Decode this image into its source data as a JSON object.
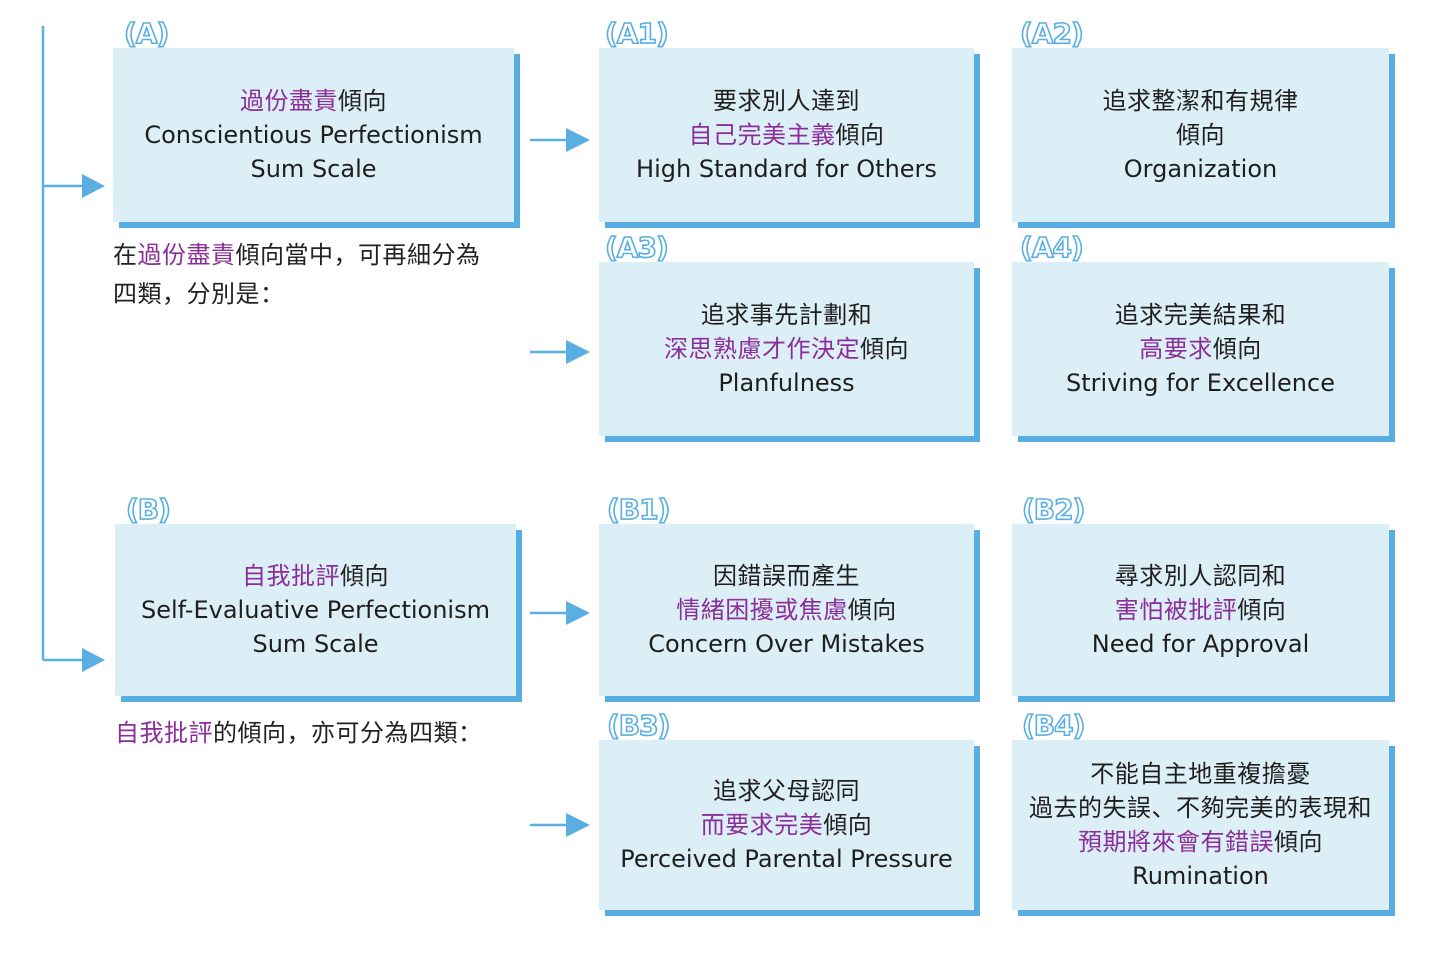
{
  "group_a": {
    "tag": "(A)",
    "box": {
      "zh_purple": "過份盡責",
      "zh_black": "傾向",
      "en1": "Conscientious Perfectionism",
      "en2": "Sum Scale"
    },
    "note": {
      "pre": "在",
      "purple": "過份盡責",
      "post": "傾向當中，可再細分為",
      "line2": "四類，分別是："
    }
  },
  "a1": {
    "tag": "(A1)",
    "zh1": "要求別人達到",
    "zh2_purple": "自己完美主義",
    "zh2_black": "傾向",
    "en": "High Standard for Others"
  },
  "a2": {
    "tag": "(A2)",
    "zh1": "追求整潔和有規律",
    "zh2": "傾向",
    "en": "Organization"
  },
  "a3": {
    "tag": "(A3)",
    "zh1": "追求事先計劃和",
    "zh2_purple": "深思熟慮才作決定",
    "zh2_black": "傾向",
    "en": "Planfulness"
  },
  "a4": {
    "tag": "(A4)",
    "zh1": "追求完美結果和",
    "zh2_purple": "高要求",
    "zh2_black": "傾向",
    "en": "Striving for Excellence"
  },
  "group_b": {
    "tag": "(B)",
    "box": {
      "zh_purple": "自我批評",
      "zh_black": "傾向",
      "en1": "Self-Evaluative Perfectionism",
      "en2": "Sum Scale"
    },
    "note": {
      "purple": "自我批評",
      "post": "的傾向，亦可分為四類："
    }
  },
  "b1": {
    "tag": "(B1)",
    "zh1": "因錯誤而產生",
    "zh2_purple": "情緒困擾或焦慮",
    "zh2_black": "傾向",
    "en": "Concern Over Mistakes"
  },
  "b2": {
    "tag": "(B2)",
    "zh1": "尋求別人認同和",
    "zh2_purple": "害怕被批評",
    "zh2_black": "傾向",
    "en": "Need for Approval"
  },
  "b3": {
    "tag": "(B3)",
    "zh1": "追求父母認同",
    "zh2_purple": "而要求完美",
    "zh2_black": "傾向",
    "en": "Perceived Parental Pressure"
  },
  "b4": {
    "tag": "(B4)",
    "zh1": "不能自主地重複擔憂",
    "zh2": "過去的失誤、不夠完美的表現和",
    "zh3_purple": "預期將來會有錯誤",
    "zh3_black": "傾向",
    "en": "Rumination"
  },
  "colors": {
    "box_fill": "#ddeff6",
    "box_shadow": "#58ade3",
    "arrow": "#5aaee2",
    "accent_text": "#8a2f9a"
  }
}
